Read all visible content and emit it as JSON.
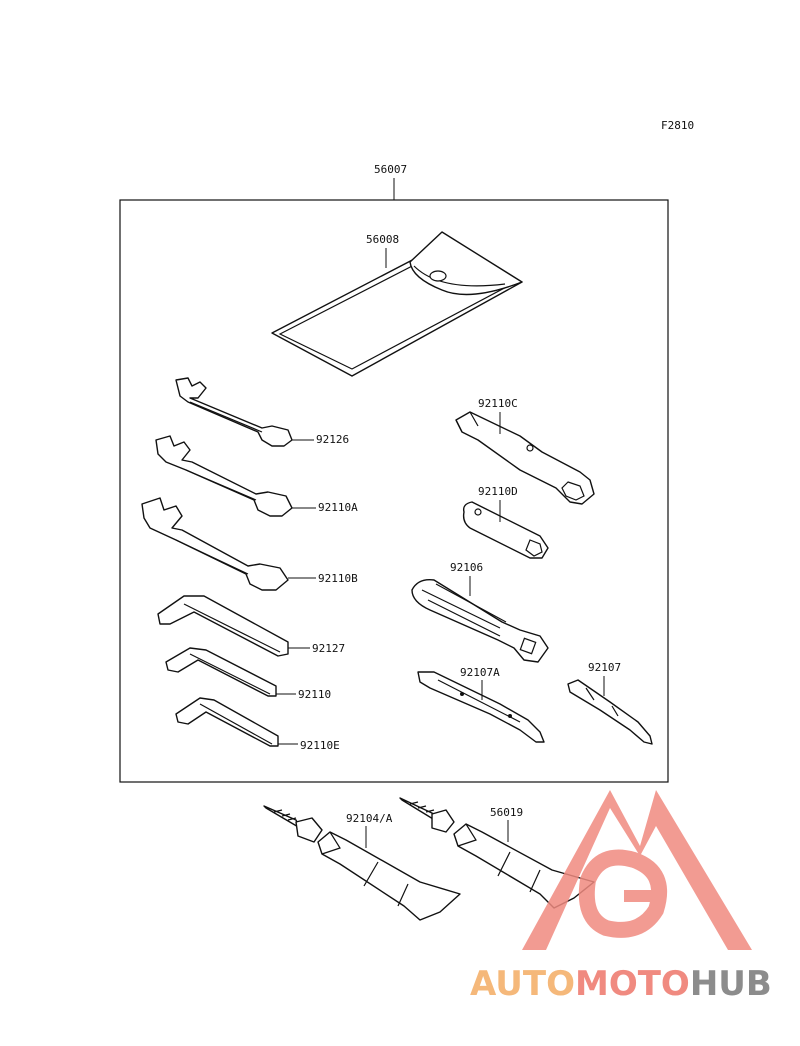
{
  "figure_code": "F2810",
  "kit_number": "56007",
  "parts": {
    "p56008": "56008",
    "p92126": "92126",
    "p92110A": "92110A",
    "p92110B": "92110B",
    "p92127": "92127",
    "p92110": "92110",
    "p92110E": "92110E",
    "p92110C": "92110C",
    "p92110D": "92110D",
    "p92106": "92106",
    "p92107A": "92107A",
    "p92107": "92107",
    "p92104A": "92104/A",
    "p56019": "56019"
  },
  "watermark": {
    "part1": "AUTO",
    "part2": "MOTO",
    "part3": "HUB",
    "color_light": "#f5b87a",
    "color_red": "#f08a80",
    "color_gray": "#8c8c8c"
  }
}
